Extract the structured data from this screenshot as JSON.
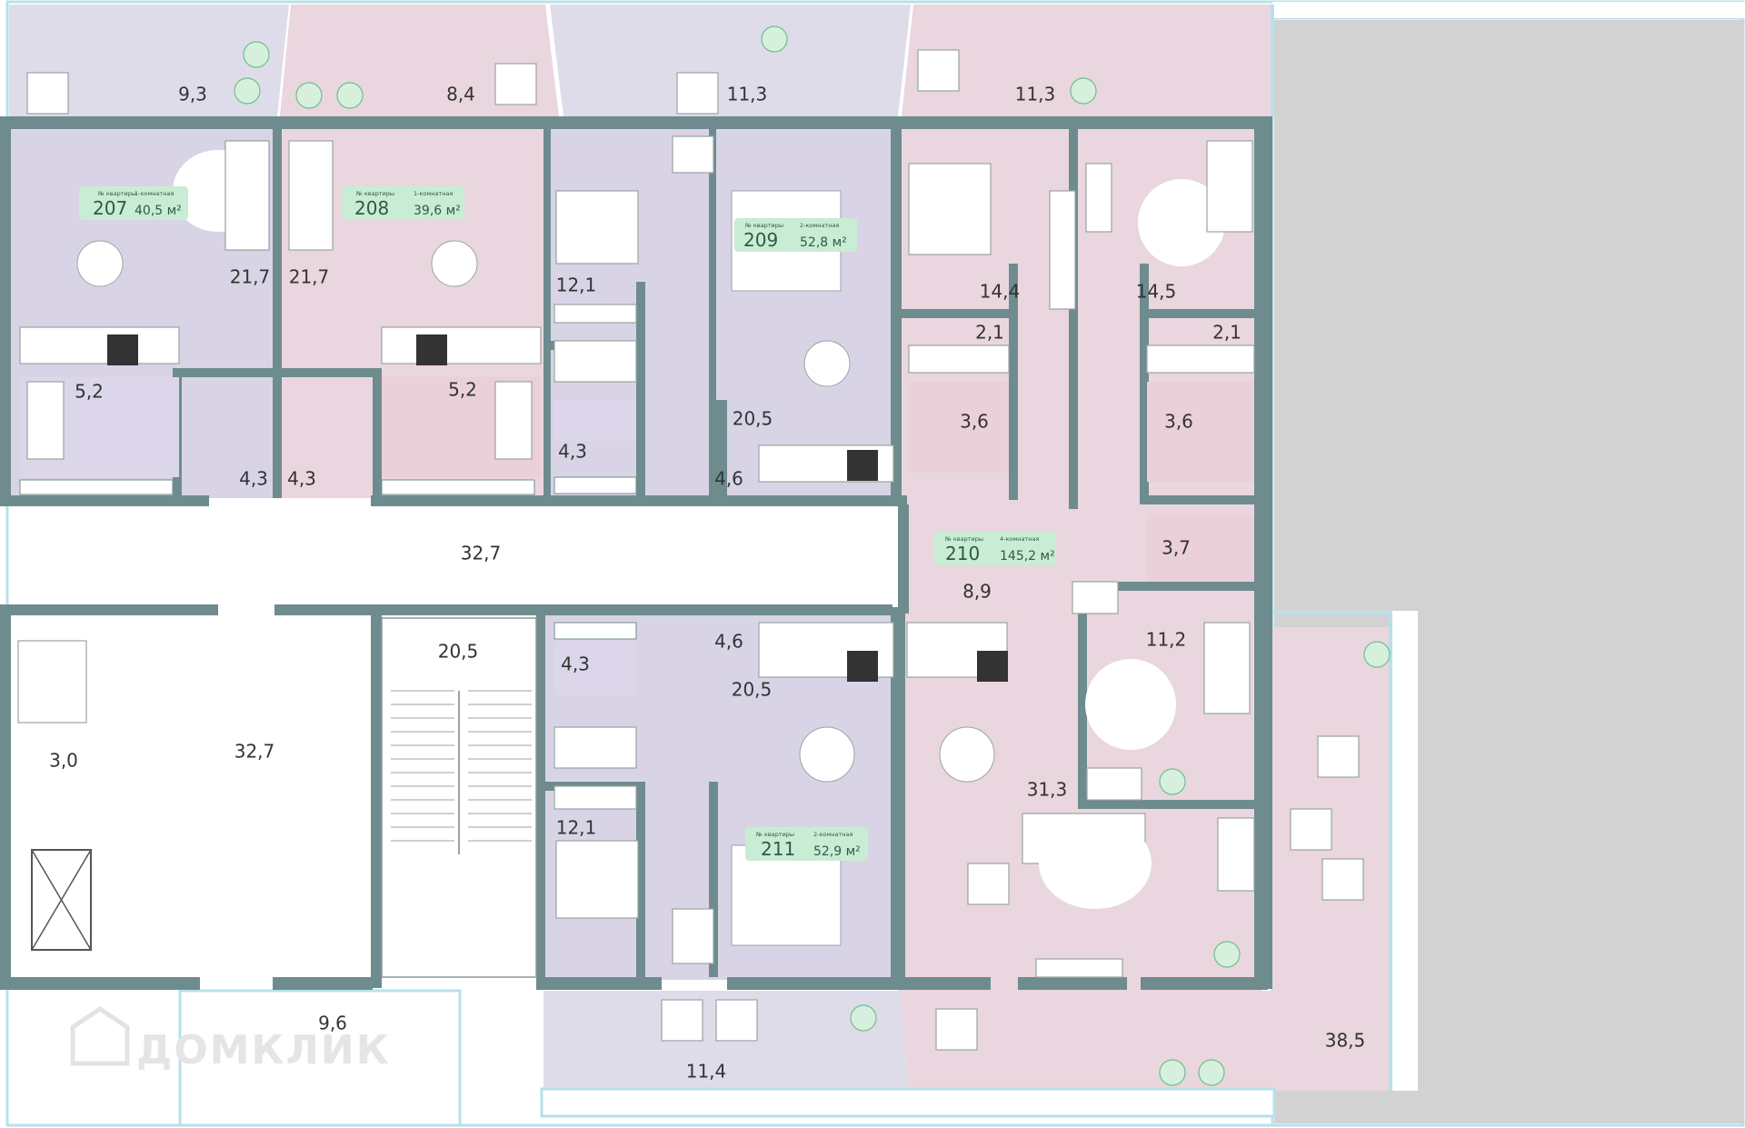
{
  "colors": {
    "purple": "#d8d4e6",
    "pink": "#ead6de",
    "terrace": "#dfdcea",
    "gray": "#d2d2d2",
    "wall": "#6e8c8e",
    "frame": "#b6e1ea",
    "badge": "#c9ecd4"
  },
  "apartments": [
    {
      "number": "207",
      "label": "№ квартиры",
      "type": "1-комнатная",
      "area": "40,5 м²"
    },
    {
      "number": "208",
      "label": "№ квартиры",
      "type": "1-комнатная",
      "area": "39,6 м²"
    },
    {
      "number": "209",
      "label": "№ квартиры",
      "type": "2-комнатная",
      "area": "52,8 м²"
    },
    {
      "number": "210",
      "label": "№ квартиры",
      "type": "4-комнатная",
      "area": "145,2 м²"
    },
    {
      "number": "211",
      "label": "№ квартиры",
      "type": "2-комнатная",
      "area": "52,9 м²"
    }
  ],
  "room_areas": {
    "a1": "9,3",
    "a2": "8,4",
    "a3": "11,3",
    "a4": "11,3",
    "a5": "21,7",
    "a6": "21,7",
    "a7": "12,1",
    "a8": "14,4",
    "a9": "14,5",
    "a10": "2,1",
    "a11": "2,1",
    "a12": "5,2",
    "a13": "5,2",
    "a14": "20,5",
    "a15": "3,6",
    "a16": "3,6",
    "a17": "4,3",
    "a18": "4,3",
    "a19": "4,3",
    "a20": "4,6",
    "a21": "32,7",
    "a22": "8,9",
    "a23": "3,7",
    "a24": "20,5",
    "a25": "4,3",
    "a26": "4,6",
    "a27": "11,2",
    "a28": "20,5",
    "a29": "3,0",
    "a30": "32,7",
    "a31": "31,3",
    "a32": "12,1",
    "a33": "9,6",
    "a34": "38,5",
    "a35": "11,4"
  },
  "watermark": "ДОМКЛИК"
}
